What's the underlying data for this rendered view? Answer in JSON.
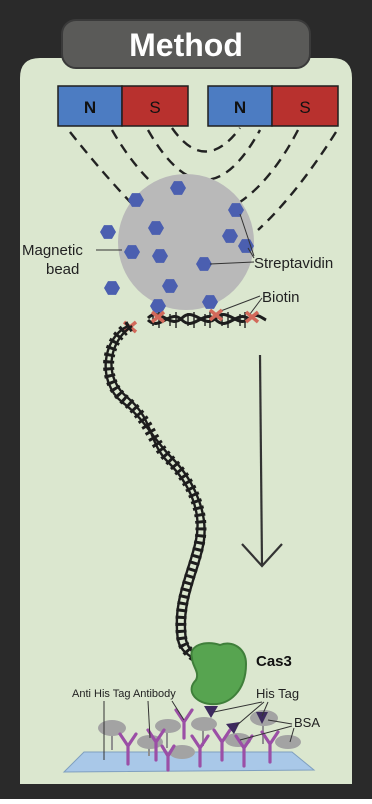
{
  "header": {
    "title": "Method"
  },
  "magnets": [
    {
      "north": "N",
      "south": "S"
    },
    {
      "north": "N",
      "south": "S"
    }
  ],
  "labels": {
    "magnetic_bead_line1": "Magnetic",
    "magnetic_bead_line2": "bead",
    "streptavidin": "Streptavidin",
    "biotin": "Biotin",
    "cas3": "Cas3",
    "his_tag": "His Tag",
    "anti_his_tag_antibody": "Anti His Tag Antibody",
    "bsa": "BSA"
  },
  "colors": {
    "frame": "#2a2a2a",
    "panel": "#dbe7cf",
    "header_bg": "#5a5a58",
    "bead": "#b9b9b9",
    "streptavidin": "#4b5fb0",
    "biotin": "#d2695a",
    "magnet_north": "#4c7cc2",
    "magnet_south": "#b8312e",
    "cas3": "#57a450",
    "antibody": "#9b4fa6",
    "bsa": "#a3a3a3",
    "surface": "#a9c8e8"
  }
}
